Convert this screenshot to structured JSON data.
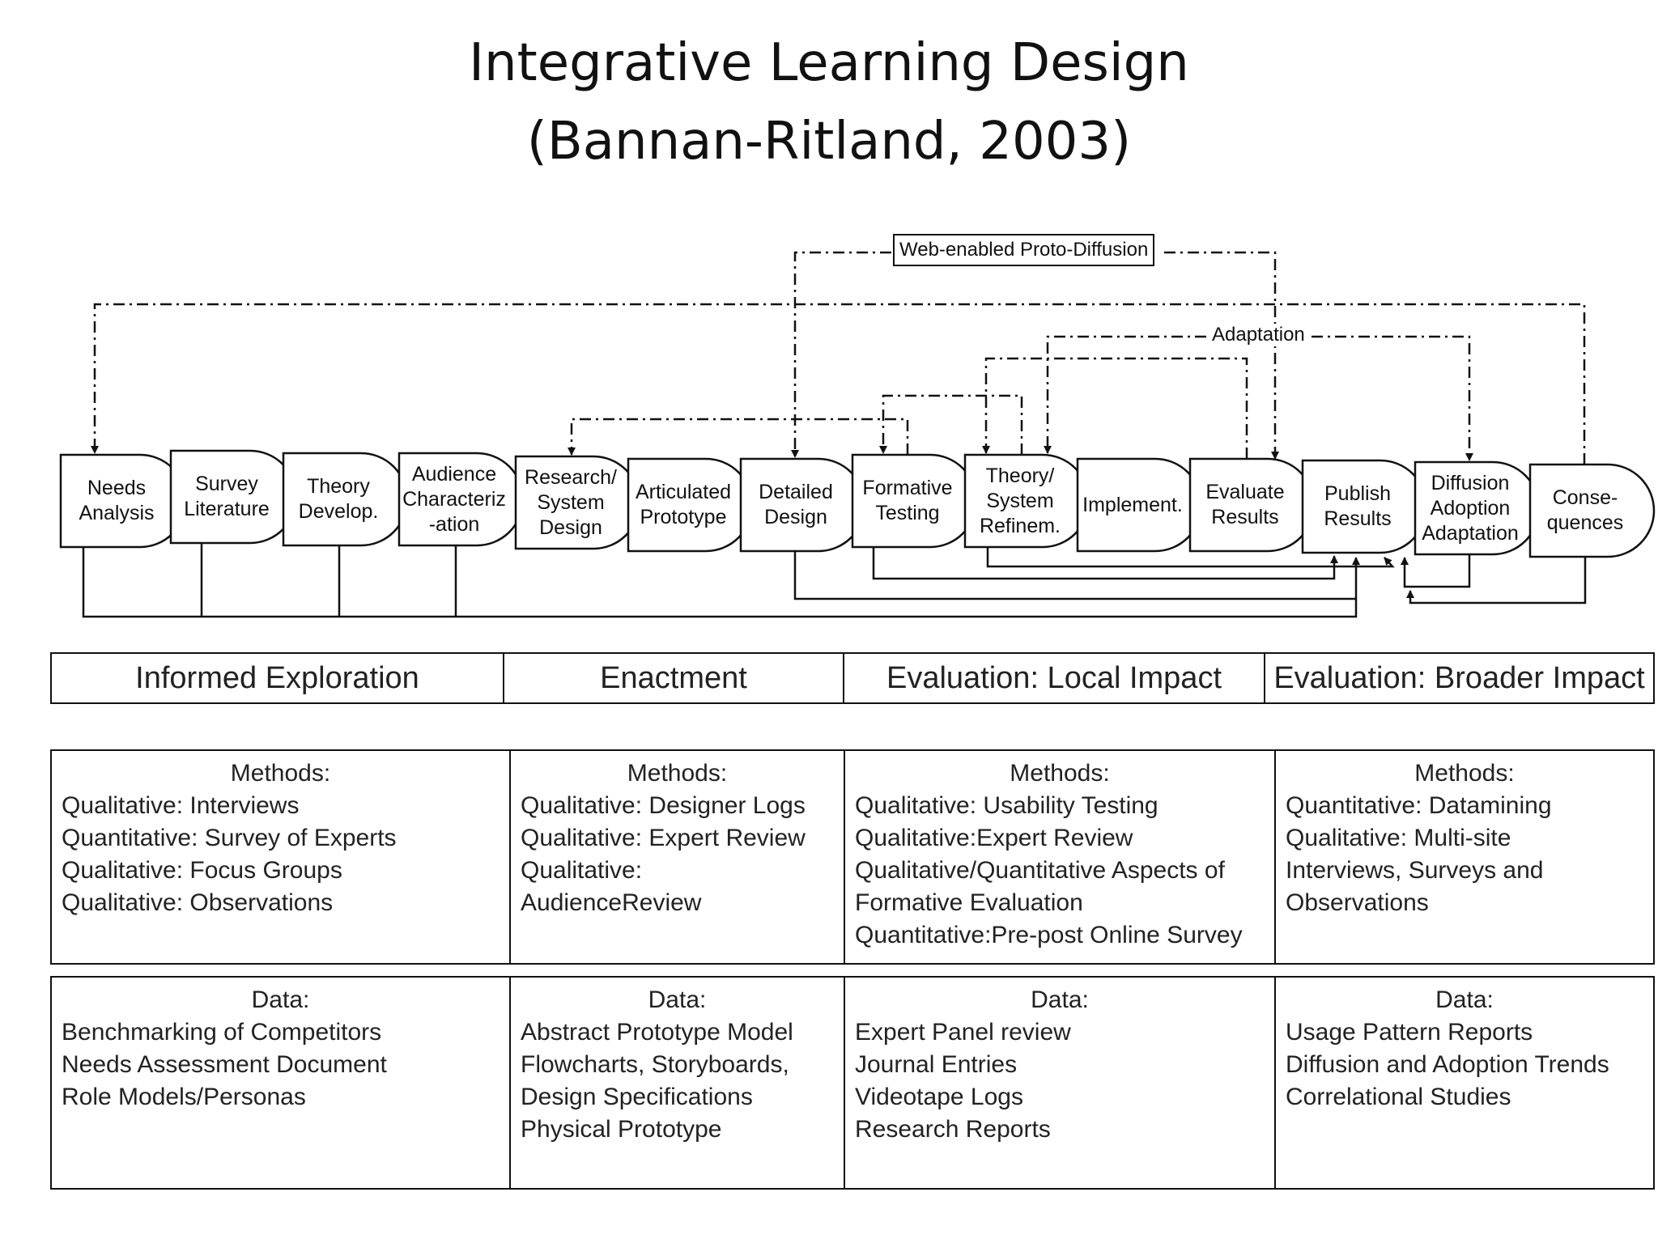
{
  "title": {
    "line1": "Integrative Learning Design",
    "line2": "(Bannan-Ritland, 2003)"
  },
  "stages": [
    {
      "id": "needs",
      "label": "Needs\nAnalysis"
    },
    {
      "id": "survey",
      "label": "Survey\nLiterature"
    },
    {
      "id": "theory",
      "label": "Theory\nDevelop."
    },
    {
      "id": "audience",
      "label": "Audience\nCharacteriz\n-ation"
    },
    {
      "id": "research",
      "label": "Research/\nSystem\nDesign"
    },
    {
      "id": "articulated",
      "label": "Articulated\nPrototype"
    },
    {
      "id": "detailed",
      "label": "Detailed\nDesign"
    },
    {
      "id": "formative",
      "label": "Formative\nTesting"
    },
    {
      "id": "refinement",
      "label": "Theory/\nSystem\nRefinem."
    },
    {
      "id": "implement",
      "label": "Implement."
    },
    {
      "id": "evaluate",
      "label": "Evaluate\nResults"
    },
    {
      "id": "publish",
      "label": "Publish\nResults"
    },
    {
      "id": "diffusion",
      "label": "Diffusion\nAdoption\nAdaptation"
    },
    {
      "id": "consequences",
      "label": "Conse-\nquences"
    }
  ],
  "annotations": {
    "proto_diffusion": "Web-enabled Proto-Diffusion",
    "adaptation": "Adaptation"
  },
  "phases": [
    "Informed Exploration",
    "Enactment",
    "Evaluation: Local Impact",
    "Evaluation: Broader Impact"
  ],
  "methods": [
    {
      "heading": "Methods:",
      "lines": [
        "Qualitative: Interviews",
        "Quantitative: Survey of Experts",
        "Qualitative: Focus Groups",
        "Qualitative: Observations"
      ]
    },
    {
      "heading": "Methods:",
      "lines": [
        "Qualitative: Designer Logs",
        "Qualitative: Expert Review",
        "Qualitative:",
        "AudienceReview"
      ]
    },
    {
      "heading": "Methods:",
      "lines": [
        "Qualitative: Usability Testing",
        "Qualitative:Expert Review",
        "Qualitative/Quantitative Aspects of",
        "Formative Evaluation",
        "Quantitative:Pre-post Online Survey"
      ]
    },
    {
      "heading": "Methods:",
      "lines": [
        "Quantitative: Datamining",
        "Qualitative: Multi-site",
        "Interviews, Surveys and",
        "Observations"
      ]
    }
  ],
  "data": [
    {
      "heading": "Data:",
      "lines": [
        "Benchmarking of Competitors",
        "Needs Assessment Document",
        "Role Models/Personas"
      ]
    },
    {
      "heading": "Data:",
      "lines": [
        "Abstract Prototype Model",
        "Flowcharts, Storyboards,",
        "Design Specifications",
        "Physical Prototype"
      ]
    },
    {
      "heading": "Data:",
      "lines": [
        "Expert Panel review",
        "Journal Entries",
        "Videotape Logs",
        "Research Reports"
      ]
    },
    {
      "heading": "Data:",
      "lines": [
        "Usage Pattern Reports",
        "Diffusion and Adoption Trends",
        "Correlational Studies"
      ]
    }
  ]
}
